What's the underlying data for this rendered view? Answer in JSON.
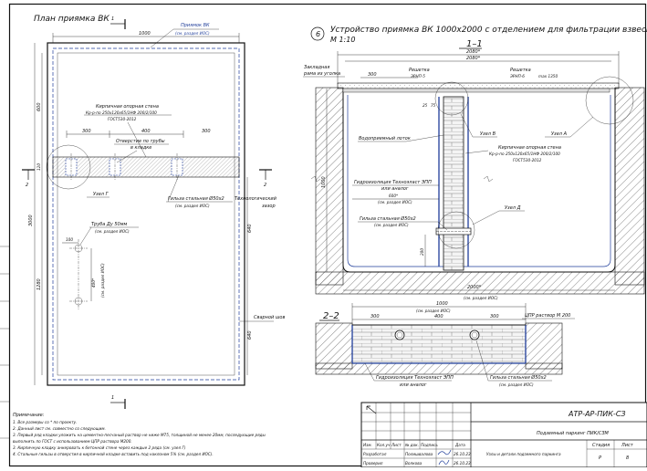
{
  "plan": {
    "title": "План приямка ВК",
    "marker_1": "1",
    "marker_2": "2",
    "leader_pit": "Приямок ВК",
    "leader_pit_ref": "(см. раздел ИОС)",
    "dim_1000": "1000",
    "dim_600": "600",
    "dim_300a": "300",
    "dim_400": "400",
    "dim_300b": "300",
    "wall_note_1": "Кирпичная опорная стена",
    "wall_note_2": "Кр-р-по 250х120х65/1НФ 200/2/100",
    "wall_note_3": "ГОСТ530-2012",
    "opening_1": "Отверстие по трубы",
    "opening_2": "в кладке",
    "dim_120": "120",
    "node_g": "Узел Г",
    "sleeve_1": "Гильза стальная Ø50х2",
    "sleeve_2": "(см. раздел ИОС)",
    "tech_gap_1": "Технологический",
    "tech_gap_2": "зазор",
    "pipe_1": "Труба Ду 50мм",
    "pipe_2": "(см. раздел ИОС)",
    "dim_100": "100",
    "dim_400v": "400*",
    "dim_400v_note": "(см. раздел ИОС)",
    "dim_3000": "3000",
    "dim_1280": "1280",
    "dim_640a": "640",
    "dim_640b": "640",
    "weld": "Сварной шов"
  },
  "section": {
    "circle_num": "6",
    "title": "Устройство приямка ВК 1000х2000 с отделением для фильтрации взвеси.",
    "scale": "М 1:10",
    "label_11": "1–1",
    "dim_2080": "2080*",
    "dim_2080b": "2080*",
    "closing": "Закладная",
    "closing_2": "рама из уголка",
    "dim_300": "300",
    "grate_a": "Решетка",
    "grate_a2": "ЭРНП-5",
    "grate_b": "Решетка",
    "grate_b2": "ЭРНП-6",
    "max_1350": "max 1350",
    "node_v": "Узел В",
    "node_a": "Узел А",
    "tray": "Водоприемный лоток",
    "wall_1": "Кирпичная опорная стена",
    "wall_2": "Кр-р-по 250х120х65/1НФ 200/2/100",
    "wall_3": "ГОСТ530-2012",
    "hydro_1": "Гидроизоляция Техноэласт ЭПП",
    "hydro_2": "или аналог",
    "dim_600": "600*",
    "dim_600_note": "(см. раздел ИОС)",
    "sleeve_1": "Гильза стальная Ø50х2",
    "sleeve_2": "(см. раздел ИОС)",
    "node_d": "Узел Д",
    "dim_1000v": "1000",
    "dim_200": "200",
    "dim_2000": "2000*",
    "dim_2000_note": "(см. раздел ИОС)",
    "dim_25": "25",
    "dim_75": "75"
  },
  "section22": {
    "label": "2–2",
    "dim_1000": "1000",
    "dim_1000_note": "(см. раздел ИОС)",
    "dim_300a": "300",
    "dim_400": "400",
    "dim_300b": "300",
    "cement": "ЦПР раствор М 200",
    "hydro_1": "Гидроизоляция Техноэласт ЭПП",
    "hydro_2": "или аналог",
    "sleeve_1": "Гильза стальная Ø50х2",
    "sleeve_2": "(см. раздел ИОС)"
  },
  "notes": {
    "header": "Примечание:",
    "items": [
      "1. Все размеры со * по проекту.",
      "2. Данный лист см. совместно со следующим.",
      "3. Первый ряд кладки уложить на цементно-песчаный раствор не ниже М75, толщиной не менее 20мм, последующие ряды",
      "выполнить по ГОСТ с использованием ЦПР раствора М200.",
      "3. Кирпичную кладку анкеровать к бетонной стене через каждые 2 ряда (см. узел Г)",
      "4. Стальные гильзы в отверстия в кирпичной кладке вставить под наклоном 5% (см. раздел ИОС)."
    ]
  },
  "stamp": {
    "code": "АТР-АР-ПИК-СЗ",
    "object": "Подземный паркинг ПИК/СЗМ",
    "col_izm": "Изм.",
    "col_kol": "Кол.уч",
    "col_list": "Лист",
    "col_doc": "№ док.",
    "col_sign": "Подпись",
    "col_date": "Дата",
    "row1_role": "Разработал",
    "row1_name": "Полишвалова",
    "row1_date": "26.10.23",
    "row2_role": "Проверил",
    "row2_name": "Волкова",
    "row2_date": "26.10.23",
    "sheet_title": "Узлы и детали подземного паркинга",
    "stage_hdr": "Стадия",
    "list_hdr": "Лист",
    "stage_val": "Р",
    "list_val": "8"
  }
}
